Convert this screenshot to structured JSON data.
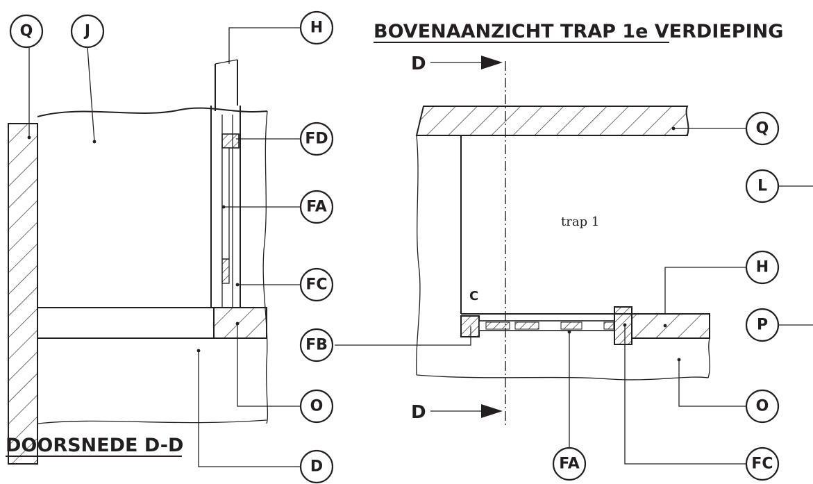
{
  "titles": {
    "plan": "BOVENAANZICHT TRAP 1e VERDIEPING",
    "section": "DOORSNEDE D-D"
  },
  "labels": {
    "room": "trap 1",
    "corner": "C",
    "cut_top": "D",
    "cut_bottom": "D"
  },
  "section_view": {
    "callouts": [
      "Q",
      "J",
      "H",
      "FD",
      "FA",
      "FC",
      "FB",
      "O",
      "D"
    ]
  },
  "plan_view": {
    "callouts": [
      "Q",
      "L",
      "H",
      "P",
      "O",
      "FA",
      "FC"
    ]
  }
}
